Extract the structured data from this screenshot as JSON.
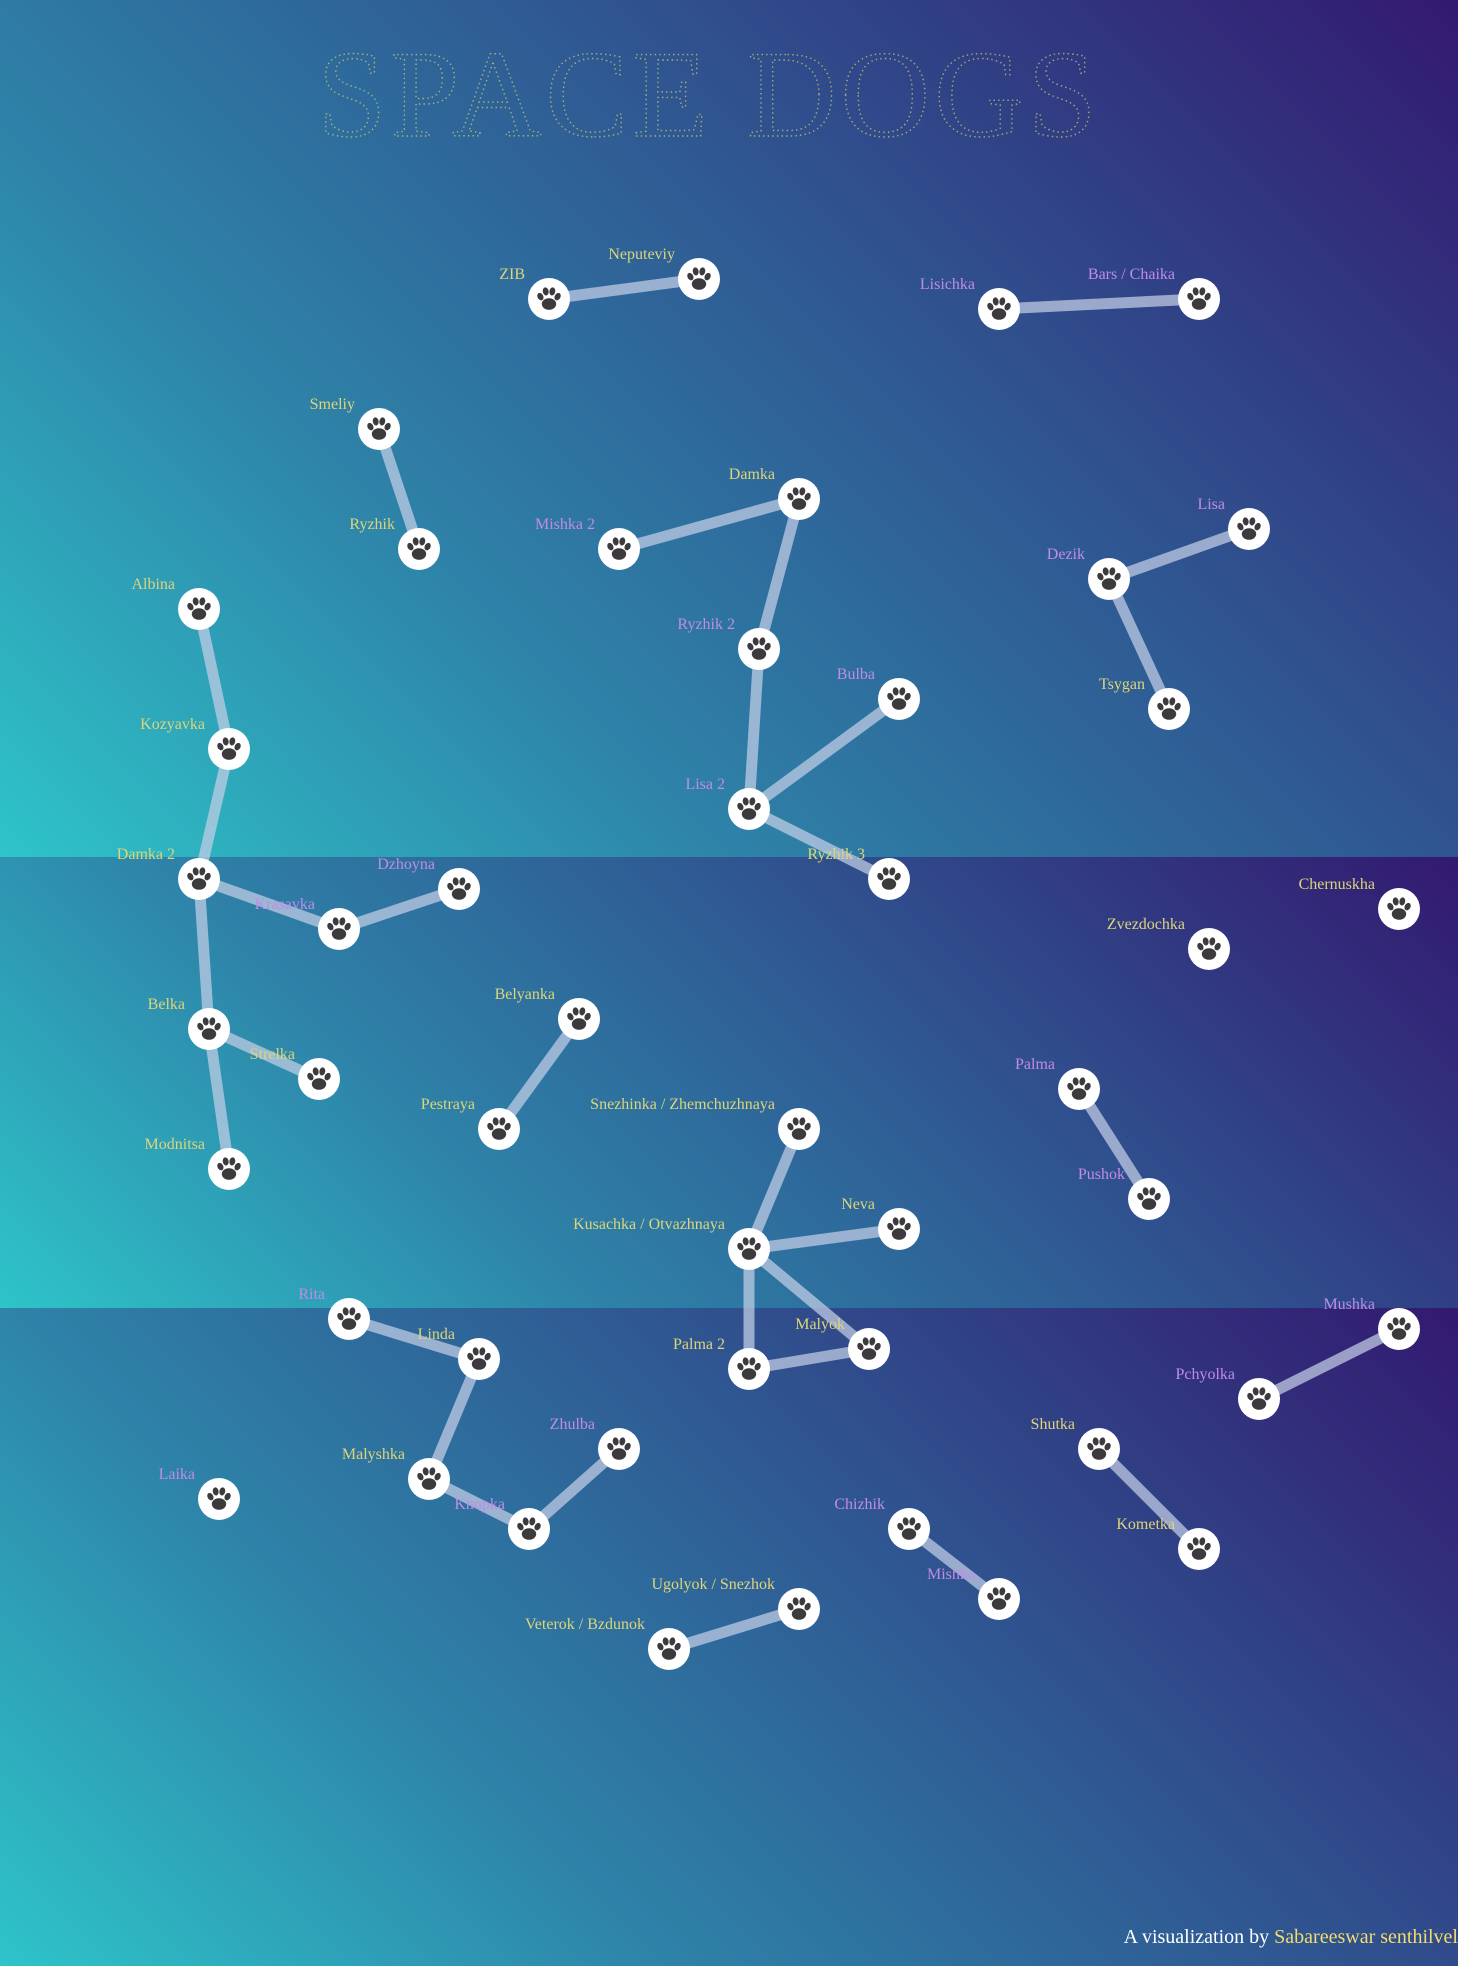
{
  "title": "SPACE DOGS",
  "credit": {
    "prefix": "A visualization by",
    "author": "Sabareeswar senthilvel"
  },
  "colors": {
    "label_yellow": "#dcd57a",
    "label_purple": "#c08ce6",
    "edge": "#c4cee6",
    "node_fill": "#ffffff",
    "paw_icon": "#3d3a3d",
    "title_stroke": "#c9d06a",
    "author": "#f2dc6e"
  },
  "node_icon": "paw-print-icon",
  "nodes": [
    {
      "id": "zib",
      "name": "ZIB",
      "tone": "yellow"
    },
    {
      "id": "neputeviy",
      "name": "Neputeviy",
      "tone": "yellow"
    },
    {
      "id": "lisichka",
      "name": "Lisichka",
      "tone": "purple"
    },
    {
      "id": "bars-chaika",
      "name": "Bars / Chaika",
      "tone": "purple"
    },
    {
      "id": "smeliy",
      "name": "Smeliy",
      "tone": "yellow"
    },
    {
      "id": "ryzhik",
      "name": "Ryzhik",
      "tone": "yellow"
    },
    {
      "id": "damka",
      "name": "Damka",
      "tone": "yellow"
    },
    {
      "id": "mishka-2",
      "name": "Mishka 2",
      "tone": "purple"
    },
    {
      "id": "ryzhik-2",
      "name": "Ryzhik 2",
      "tone": "purple"
    },
    {
      "id": "lisa",
      "name": "Lisa",
      "tone": "purple"
    },
    {
      "id": "dezik",
      "name": "Dezik",
      "tone": "purple"
    },
    {
      "id": "tsygan",
      "name": "Tsygan",
      "tone": "yellow"
    },
    {
      "id": "albina",
      "name": "Albina",
      "tone": "yellow"
    },
    {
      "id": "kozyavka",
      "name": "Kozyavka",
      "tone": "yellow"
    },
    {
      "id": "bulba",
      "name": "Bulba",
      "tone": "purple"
    },
    {
      "id": "lisa-2",
      "name": "Lisa 2",
      "tone": "purple"
    },
    {
      "id": "ryzhik-3",
      "name": "Ryzhik 3",
      "tone": "yellow"
    },
    {
      "id": "damka-2",
      "name": "Damka 2",
      "tone": "yellow"
    },
    {
      "id": "dzhoyna",
      "name": "Dzhoyna",
      "tone": "purple"
    },
    {
      "id": "krasavka",
      "name": "Krasavka",
      "tone": "purple"
    },
    {
      "id": "chernushka",
      "name": "Chernuskha",
      "tone": "yellow"
    },
    {
      "id": "zvezdochka",
      "name": "Zvezdochka",
      "tone": "yellow"
    },
    {
      "id": "belka",
      "name": "Belka",
      "tone": "yellow"
    },
    {
      "id": "strelka",
      "name": "Strelka",
      "tone": "yellow"
    },
    {
      "id": "belyanka",
      "name": "Belyanka",
      "tone": "yellow"
    },
    {
      "id": "pestraya",
      "name": "Pestraya",
      "tone": "yellow"
    },
    {
      "id": "modnitsa",
      "name": "Modnitsa",
      "tone": "yellow"
    },
    {
      "id": "palma",
      "name": "Palma",
      "tone": "purple"
    },
    {
      "id": "snezhinka",
      "name": "Snezhinka / Zhemchuzhnaya",
      "tone": "yellow"
    },
    {
      "id": "pushok",
      "name": "Pushok",
      "tone": "purple"
    },
    {
      "id": "neva",
      "name": "Neva",
      "tone": "yellow"
    },
    {
      "id": "kusachka",
      "name": "Kusachka / Otvazhnaya",
      "tone": "yellow"
    },
    {
      "id": "rita",
      "name": "Rita",
      "tone": "purple"
    },
    {
      "id": "linda",
      "name": "Linda",
      "tone": "yellow"
    },
    {
      "id": "malyok",
      "name": "Malyok",
      "tone": "yellow"
    },
    {
      "id": "palma-2",
      "name": "Palma 2",
      "tone": "yellow"
    },
    {
      "id": "mushka",
      "name": "Mushka",
      "tone": "purple"
    },
    {
      "id": "pchyolka",
      "name": "Pchyolka",
      "tone": "purple"
    },
    {
      "id": "shutka",
      "name": "Shutka",
      "tone": "yellow"
    },
    {
      "id": "zhulba",
      "name": "Zhulba",
      "tone": "purple"
    },
    {
      "id": "malyshka",
      "name": "Malyshka",
      "tone": "yellow"
    },
    {
      "id": "laika",
      "name": "Laika",
      "tone": "purple"
    },
    {
      "id": "knopka",
      "name": "Knopka",
      "tone": "purple"
    },
    {
      "id": "chizhik",
      "name": "Chizhik",
      "tone": "purple"
    },
    {
      "id": "kometka",
      "name": "Kometka",
      "tone": "yellow"
    },
    {
      "id": "mishka",
      "name": "Mishka",
      "tone": "purple"
    },
    {
      "id": "ugolyok",
      "name": "Ugolyok / Snezhok",
      "tone": "yellow"
    },
    {
      "id": "veterok",
      "name": "Veterok / Bzdunok",
      "tone": "yellow"
    }
  ],
  "edges": [
    [
      "zib",
      "neputeviy"
    ],
    [
      "lisichka",
      "bars-chaika"
    ],
    [
      "smeliy",
      "ryzhik"
    ],
    [
      "mishka-2",
      "damka"
    ],
    [
      "damka",
      "ryzhik-2"
    ],
    [
      "ryzhik-2",
      "lisa-2"
    ],
    [
      "lisa-2",
      "bulba"
    ],
    [
      "lisa-2",
      "ryzhik-3"
    ],
    [
      "dezik",
      "lisa"
    ],
    [
      "dezik",
      "tsygan"
    ],
    [
      "albina",
      "kozyavka"
    ],
    [
      "kozyavka",
      "damka-2"
    ],
    [
      "damka-2",
      "krasavka"
    ],
    [
      "krasavka",
      "dzhoyna"
    ],
    [
      "damka-2",
      "belka"
    ],
    [
      "belka",
      "strelka"
    ],
    [
      "belka",
      "modnitsa"
    ],
    [
      "pestraya",
      "belyanka"
    ],
    [
      "palma",
      "pushok"
    ],
    [
      "kusachka",
      "snezhinka"
    ],
    [
      "kusachka",
      "neva"
    ],
    [
      "kusachka",
      "palma-2"
    ],
    [
      "kusachka",
      "malyok"
    ],
    [
      "palma-2",
      "malyok"
    ],
    [
      "rita",
      "linda"
    ],
    [
      "linda",
      "malyshka"
    ],
    [
      "malyshka",
      "knopka"
    ],
    [
      "knopka",
      "zhulba"
    ],
    [
      "pchyolka",
      "mushka"
    ],
    [
      "shutka",
      "kometka"
    ],
    [
      "chizhik",
      "mishka"
    ],
    [
      "veterok",
      "ugolyok"
    ]
  ]
}
